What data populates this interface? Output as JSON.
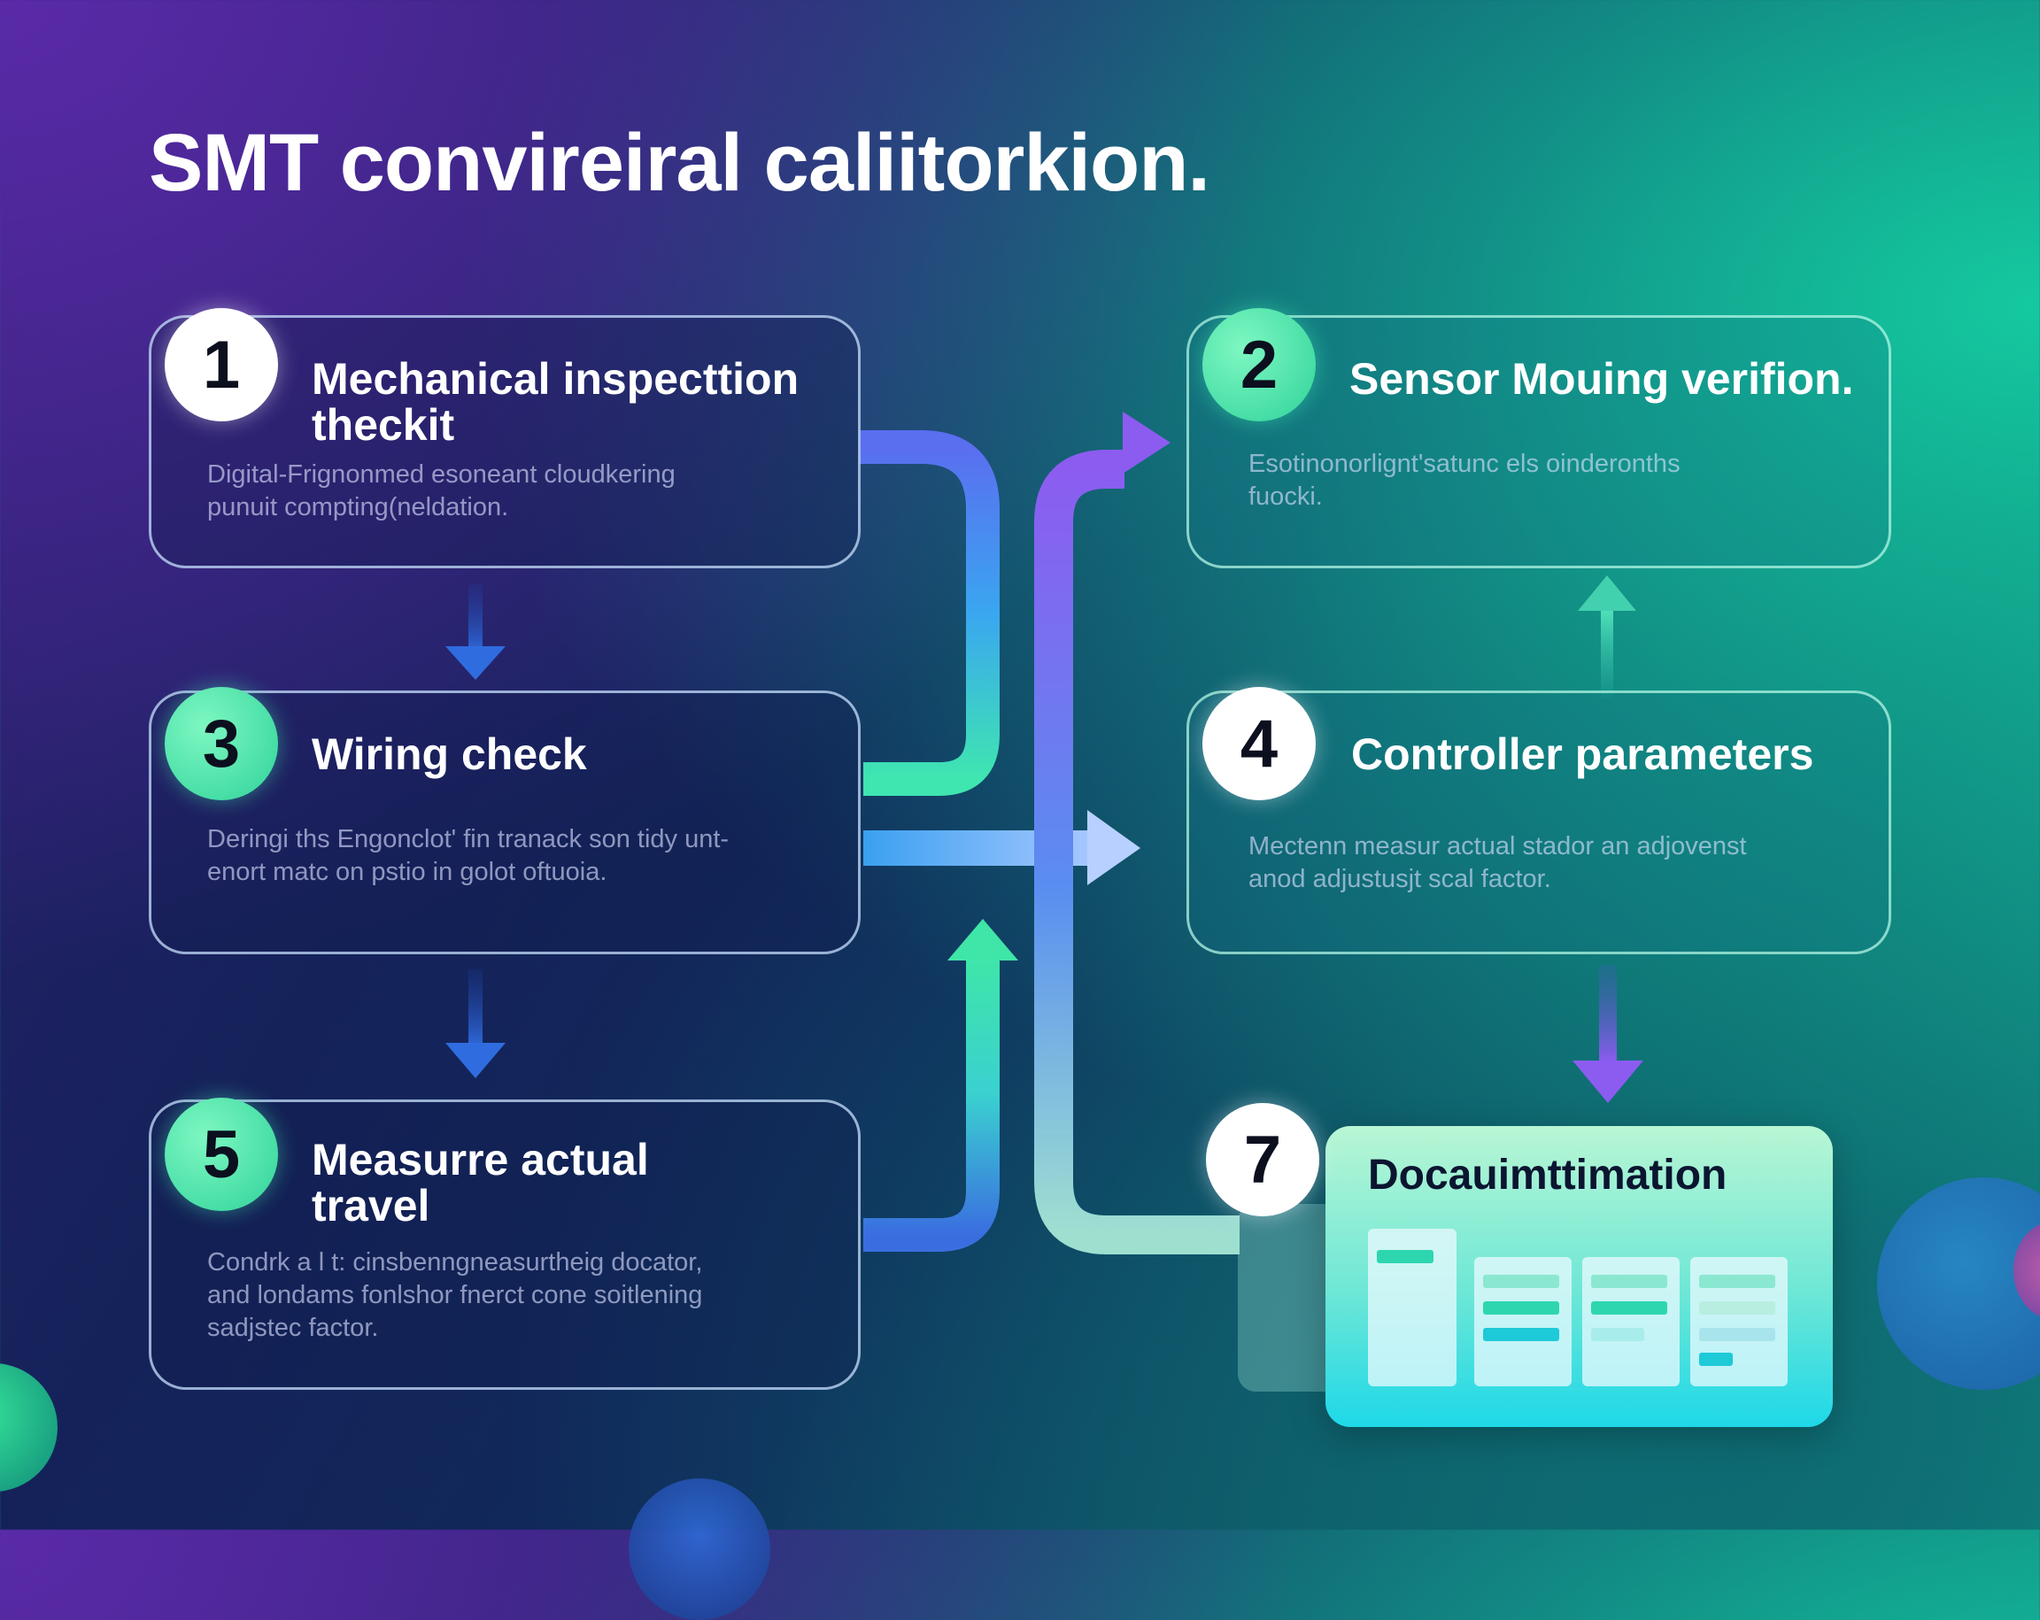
{
  "title": "SMT convireiral caliitorkion.",
  "steps": [
    {
      "number": "1",
      "title": "Mechanical inspecttion\ntheckit",
      "description": "Digital-Frignonmed esoneant cloudkering\npunuit compting(neldation."
    },
    {
      "number": "2",
      "title": "Sensor Mouing verifion.",
      "description": "Esotinonorlignt'satunc els oinderonths\nfuocki."
    },
    {
      "number": "3",
      "title": "Wiring check",
      "description": "Deringi ths Engonclot' fin tranack son tidy unt-\nenort matc on pstio in golot oftuoia."
    },
    {
      "number": "4",
      "title": "Controller parameters",
      "description": "Mectenn measur actual stador an adjovenst\nanod adjustusjt scal factor."
    },
    {
      "number": "5",
      "title": "Measurre actual\ntravel",
      "description": "Condrk a l t: cinsbenngneasurtheig docator,\nand londams fonlshor fnerct cone soitlening\nsadjstec factor."
    },
    {
      "number": "7",
      "title": "Docauimttimation"
    }
  ],
  "colors": {
    "arrow_blue": "#2f6ce0",
    "arrow_purple": "#8c5cf0",
    "arrow_green": "#35e6a6",
    "doc_bar_green": "#2ed6b0",
    "doc_bar_teal": "#1ec9d8"
  }
}
